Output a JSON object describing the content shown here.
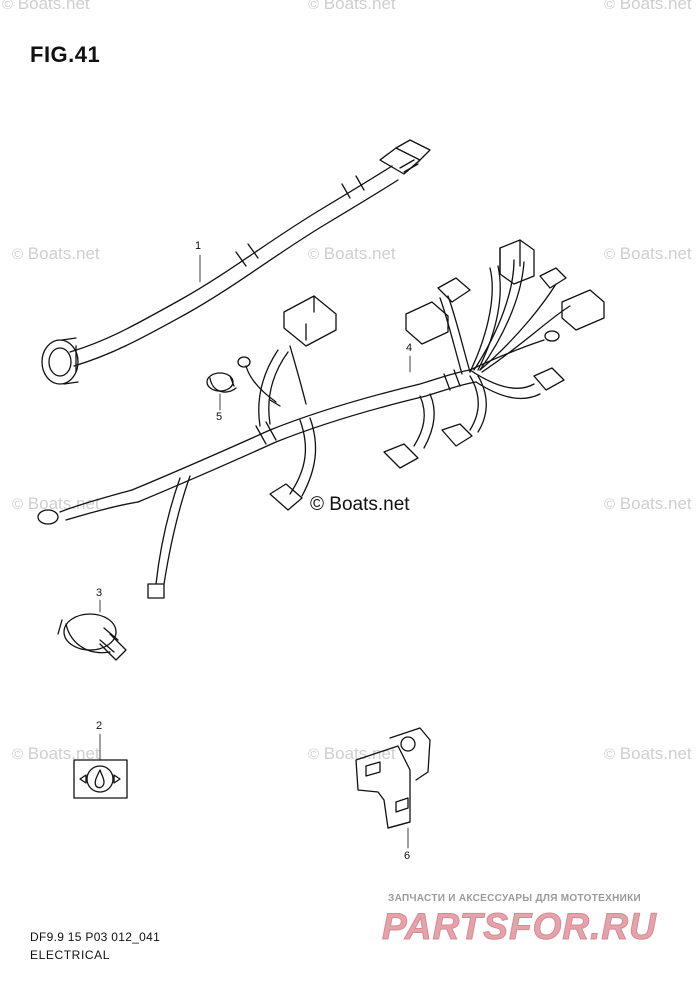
{
  "figure": {
    "title": "FIG.41"
  },
  "watermark": {
    "text": "Boats.net",
    "symbol": "©",
    "center_text": "© Boats.net"
  },
  "callouts": [
    "1",
    "2",
    "3",
    "4",
    "5",
    "6"
  ],
  "footer": {
    "code": "DF9.9 15 P03 012_041",
    "section": "ELECTRICAL"
  },
  "brand": {
    "tagline": "ЗАПЧАСТИ И АКСЕССУАРЫ ДЛЯ МОТОТЕХНИКИ",
    "logo": "PARTSFOR.RU"
  },
  "colors": {
    "line": "#111111",
    "watermark": "#cfcfcf",
    "brand": "#e4a3aa"
  }
}
